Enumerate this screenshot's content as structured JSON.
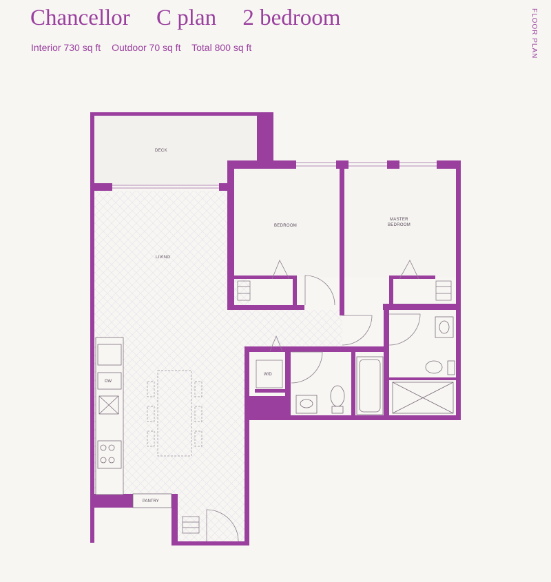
{
  "header": {
    "building": "Chancellor",
    "plan": "C plan",
    "bedrooms": "2 bedroom"
  },
  "areas": {
    "interior": "Interior 730 sq ft",
    "outdoor": "Outdoor 70 sq ft",
    "total": "Total 800 sq ft"
  },
  "side_label": "FLOOR PLAN",
  "rooms": {
    "deck": "DECK",
    "living": "LIVING",
    "bedroom": "BEDROOM",
    "master_line1": "MASTER",
    "master_line2": "BEDROOM",
    "wic": "W/D",
    "dw": "DW",
    "pantry": "PANTRY"
  },
  "colors": {
    "wall": "#9a3f9e",
    "text": "#9a3f9e",
    "background": "#f7f6f3"
  }
}
